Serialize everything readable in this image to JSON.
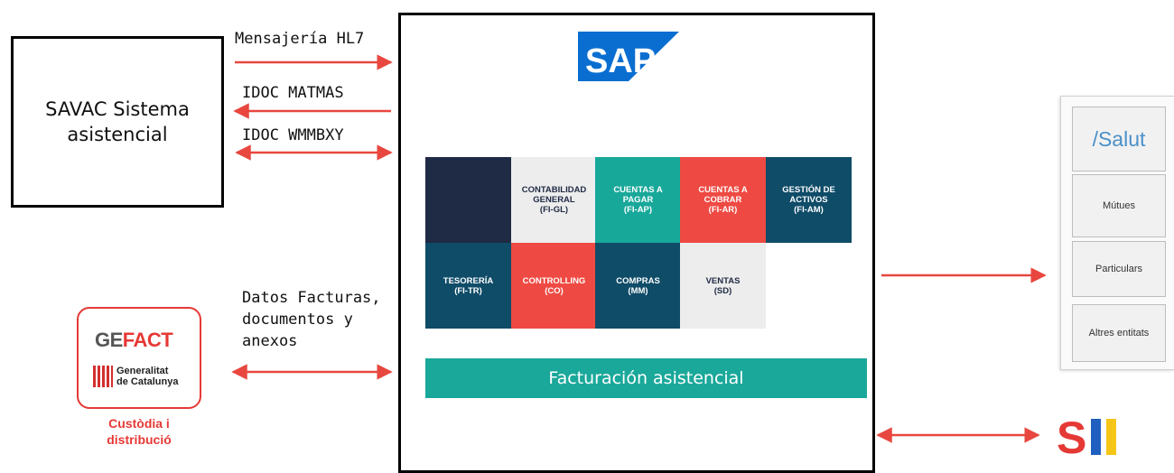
{
  "savac": {
    "line1": "SAVAC Sistema",
    "line2": "asistencial"
  },
  "messages": [
    {
      "label": "Mensajería HL7"
    },
    {
      "label": "IDOC MATMAS"
    },
    {
      "label": "IDOC WMMBXY"
    }
  ],
  "sap": {
    "logo_text": "SAP",
    "logo_color": "#0a6ed1",
    "modules_row1": [
      {
        "label": ""
      },
      {
        "label": "CONTABILIDAD\nGENERAL\n(FI-GL)"
      },
      {
        "label": "CUENTAS A\nPAGAR\n(FI-AP)"
      },
      {
        "label": "CUENTAS A\nCOBRAR\n(FI-AR)"
      },
      {
        "label": "GESTIÓN DE\nACTIVOS\n(FI-AM)"
      }
    ],
    "modules_row2": [
      {
        "label": "TESORERÍA\n(FI-TR)"
      },
      {
        "label": "CONTROLLING\n(CO)"
      },
      {
        "label": "COMPRAS\n(MM)"
      },
      {
        "label": "VENTAS\n(SD)"
      }
    ],
    "billing": "Facturación asistencial"
  },
  "gefact": {
    "logo_ge": "GE",
    "logo_fact": "FACT",
    "gov_line1": "Generalitat",
    "gov_line2": "de Catalunya",
    "caption_line1": "Custòdia i",
    "caption_line2": "distribució"
  },
  "datos": {
    "line1": "Datos Facturas,",
    "line2": "documentos y",
    "line3": "anexos"
  },
  "payers": {
    "salut": "/Salut",
    "items": [
      "Mútues",
      "Particulars",
      "Altres entitats"
    ]
  },
  "sii": {
    "text": "S",
    "bar1_color": "#1f5fbf",
    "bar2_color": "#f5c518"
  },
  "colors": {
    "arrow": "#e8473f"
  }
}
